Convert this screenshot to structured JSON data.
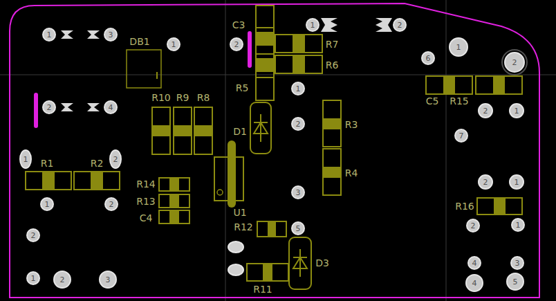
{
  "diagram": {
    "nodes": [
      {
        "text": [
          "1"
        ]
      },
      {
        "text": [
          "2"
        ]
      },
      {
        "text": [
          "1"
        ]
      },
      {
        "text": [
          "3"
        ]
      },
      {
        "text": [
          "1"
        ]
      },
      {
        "text": [
          "2"
        ]
      },
      {
        "text": [
          "1"
        ]
      },
      {
        "text": [
          "6"
        ]
      },
      {
        "text": [
          "2"
        ]
      },
      {
        "text": [
          "1"
        ]
      },
      {
        "text": [
          "2"
        ]
      },
      {
        "text": [
          "4"
        ]
      },
      {
        "text": [
          "2"
        ]
      },
      {
        "text": [
          "1"
        ]
      },
      {
        "text": [
          "2"
        ]
      },
      {
        "text": [
          "7"
        ]
      },
      {
        "text": [
          "1"
        ]
      },
      {
        "text": [
          "2"
        ]
      },
      {
        "text": [
          "2"
        ]
      },
      {
        "text": [
          "1"
        ]
      },
      {
        "text": [
          "3"
        ]
      },
      {
        "text": [
          "1"
        ]
      },
      {
        "text": [
          "2"
        ]
      },
      {
        "text": [
          "2"
        ]
      },
      {
        "text": [
          "1"
        ]
      },
      {
        "text": [
          "5"
        ]
      },
      {
        "text": [
          "2"
        ]
      },
      {
        "text": [
          "4"
        ]
      },
      {
        "text": [
          "3"
        ]
      },
      {
        "text": [
          "1"
        ]
      },
      {
        "text": [
          "2"
        ]
      },
      {
        "text": [
          "3"
        ]
      },
      {
        "text": [
          "4"
        ]
      },
      {
        "text": [
          "5"
        ]
      }
    ],
    "labels": [
      "C3",
      "DB1",
      "R7",
      "R6",
      "R5",
      "R10",
      "R9",
      "R8",
      "C5",
      "R15",
      "D1",
      "R3",
      "R4",
      "R1",
      "R2",
      "R14",
      "R13",
      "C4",
      "U1",
      "R12",
      "R16",
      "D3",
      "R11"
    ]
  }
}
